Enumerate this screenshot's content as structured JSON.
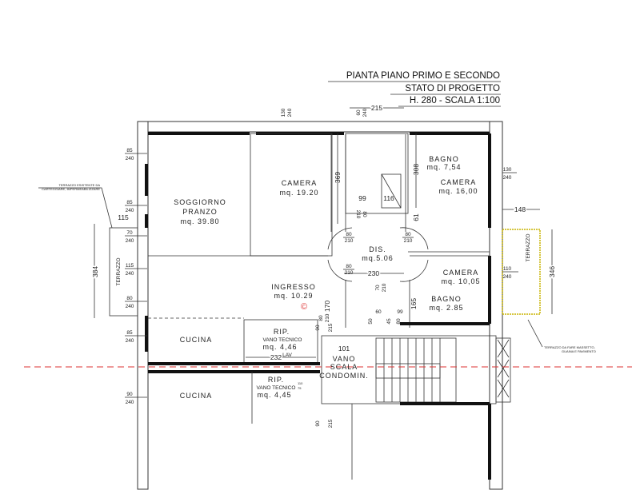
{
  "title": {
    "line1": "PIANTA PIANO PRIMO E SECONDO",
    "line2": "STATO DI PROGETTO",
    "line3": "H. 280 - SCALA 1:100"
  },
  "rooms": {
    "soggiorno": {
      "name1": "SOGGIORNO",
      "name2": "PRANZO",
      "area": "mq. 39.80"
    },
    "camera1": {
      "name": "CAMERA",
      "area": "mq. 19.20"
    },
    "bagno1": {
      "name": "BAGNO",
      "area": "mq. 7,54"
    },
    "camera2": {
      "name": "CAMERA",
      "area": "mq. 16,00"
    },
    "dis": {
      "name": "DIS.",
      "area": "mq.5.06"
    },
    "camera3": {
      "name": "CAMERA",
      "area": "mq. 10,05"
    },
    "bagno2": {
      "name": "BAGNO",
      "area": "mq. 2.85"
    },
    "ingresso": {
      "name": "INGRESSO",
      "area": "mq. 10.29"
    },
    "cucina1": {
      "name": "CUCINA"
    },
    "cucina2": {
      "name": "CUCINA"
    },
    "rip1": {
      "name": "RIP.",
      "sub": "VANO TECNICO",
      "area": "mq. 4,46"
    },
    "rip2": {
      "name": "RIP.",
      "sub": "VANO TECNICO",
      "area": "mq. 4,45"
    },
    "vano_scala": {
      "line1": "VANO",
      "line2": "SCALA",
      "line3": "CONDOMIN."
    },
    "terrazzo_left": {
      "name": "TERRAZZO"
    },
    "terrazzo_right": {
      "name": "TERRAZZO"
    }
  },
  "notes": {
    "left": {
      "line1": "TERRAZZO ESISTENTE DA",
      "line2": "CARTEGGIARE, IMPERMEABILIZZARE"
    },
    "right": {
      "line1": "TERRAZZO DA FARE MASSETTO,",
      "line2": "GUAINA E PAVIMENTO"
    },
    "lav": "LAV",
    "symbol": "©"
  },
  "dimensions": {
    "d215_top": "215",
    "d369": "369",
    "d308": "308",
    "d99": "99",
    "d116": "116",
    "d61": "61",
    "d148": "148",
    "d346": "346",
    "d384": "384",
    "d115": "115",
    "d230": "230",
    "d232": "232",
    "d101": "101",
    "d170": "170",
    "d165": "165",
    "d60": "60",
    "d99b": "99",
    "d50": "50",
    "d45": "45",
    "d80b": "80"
  },
  "openings": [
    {
      "w": "85",
      "h": "240"
    },
    {
      "w": "85",
      "h": "240"
    },
    {
      "w": "70",
      "h": "240"
    },
    {
      "w": "115",
      "h": "240"
    },
    {
      "w": "80",
      "h": "240"
    },
    {
      "w": "85",
      "h": "240"
    },
    {
      "w": "90",
      "h": "240"
    },
    {
      "w": "130",
      "h": "240"
    },
    {
      "w": "60",
      "h": "240"
    },
    {
      "w": "130",
      "h": "240"
    },
    {
      "w": "110",
      "h": "240"
    },
    {
      "w": "80",
      "h": "210"
    },
    {
      "w": "80",
      "h": "210"
    },
    {
      "w": "80",
      "h": "210"
    },
    {
      "w": "80",
      "h": "210"
    },
    {
      "w": "80",
      "h": "210"
    },
    {
      "w": "70",
      "h": "210"
    },
    {
      "w": "90",
      "h": "215"
    },
    {
      "w": "90",
      "h": "215"
    },
    {
      "w": "110",
      "h": "75"
    }
  ]
}
